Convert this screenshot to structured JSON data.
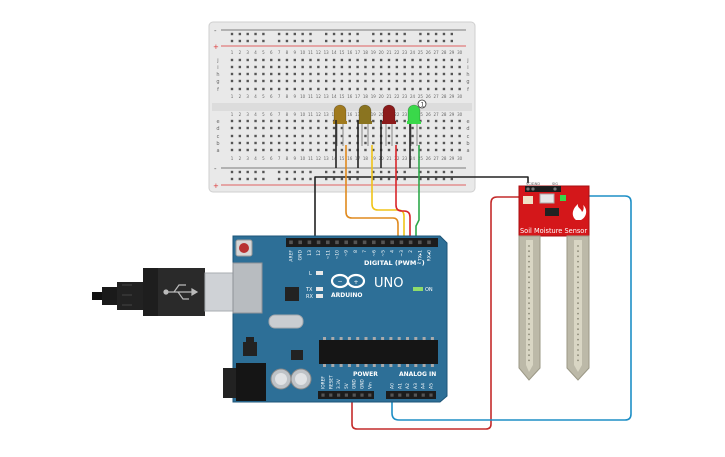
{
  "breadboard": {
    "row_labels_top": [
      "j",
      "i",
      "h",
      "g",
      "f"
    ],
    "row_labels_bottom": [
      "e",
      "d",
      "c",
      "b",
      "a"
    ],
    "column_numbers": [
      "1",
      "2",
      "3",
      "4",
      "5",
      "6",
      "7",
      "8",
      "9",
      "10",
      "11",
      "12",
      "13",
      "14",
      "15",
      "16",
      "17",
      "18",
      "19",
      "20",
      "21",
      "22",
      "23",
      "24",
      "25",
      "26",
      "27",
      "28",
      "29",
      "30"
    ],
    "rail_plus": "+",
    "rail_minus": "-"
  },
  "leds": [
    {
      "id": "led-1",
      "color": "#a07a1e"
    },
    {
      "id": "led-2",
      "color": "#8a7420"
    },
    {
      "id": "led-3",
      "color": "#8b1a1a"
    },
    {
      "id": "led-4",
      "color": "#39d84a"
    }
  ],
  "led_marker": "1",
  "arduino": {
    "brand": "ARDUINO",
    "model": "UNO",
    "digital_label": "DIGITAL (PWM~)",
    "power_label": "POWER",
    "analog_label": "ANALOG IN",
    "on_label": "ON",
    "tx_label": "TX",
    "rx_label": "RX",
    "l_label": "L",
    "digital_pins": [
      "AREF",
      "GND",
      "13",
      "12",
      "~11",
      "~10",
      "~9",
      "8",
      "7",
      "~6",
      "~5",
      "4",
      "~3",
      "2",
      "TX▸1",
      "RX◂0"
    ],
    "power_pins": [
      "IOREF",
      "RESET",
      "3.3V",
      "5V",
      "GND",
      "GND",
      "Vin"
    ],
    "analog_pins": [
      "A0",
      "A1",
      "A2",
      "A3",
      "A4",
      "A5"
    ]
  },
  "sensor": {
    "label": "Soil Moisture Sensor",
    "pin_labels": [
      "VCC",
      "GND",
      "SIG"
    ]
  },
  "wire_colors": {
    "black": "#222222",
    "orange": "#e08a1e",
    "yellow": "#f0c419",
    "red": "#d9262a",
    "green": "#2ea84a",
    "blue": "#1e8fc6",
    "darkred": "#c42b2b"
  }
}
